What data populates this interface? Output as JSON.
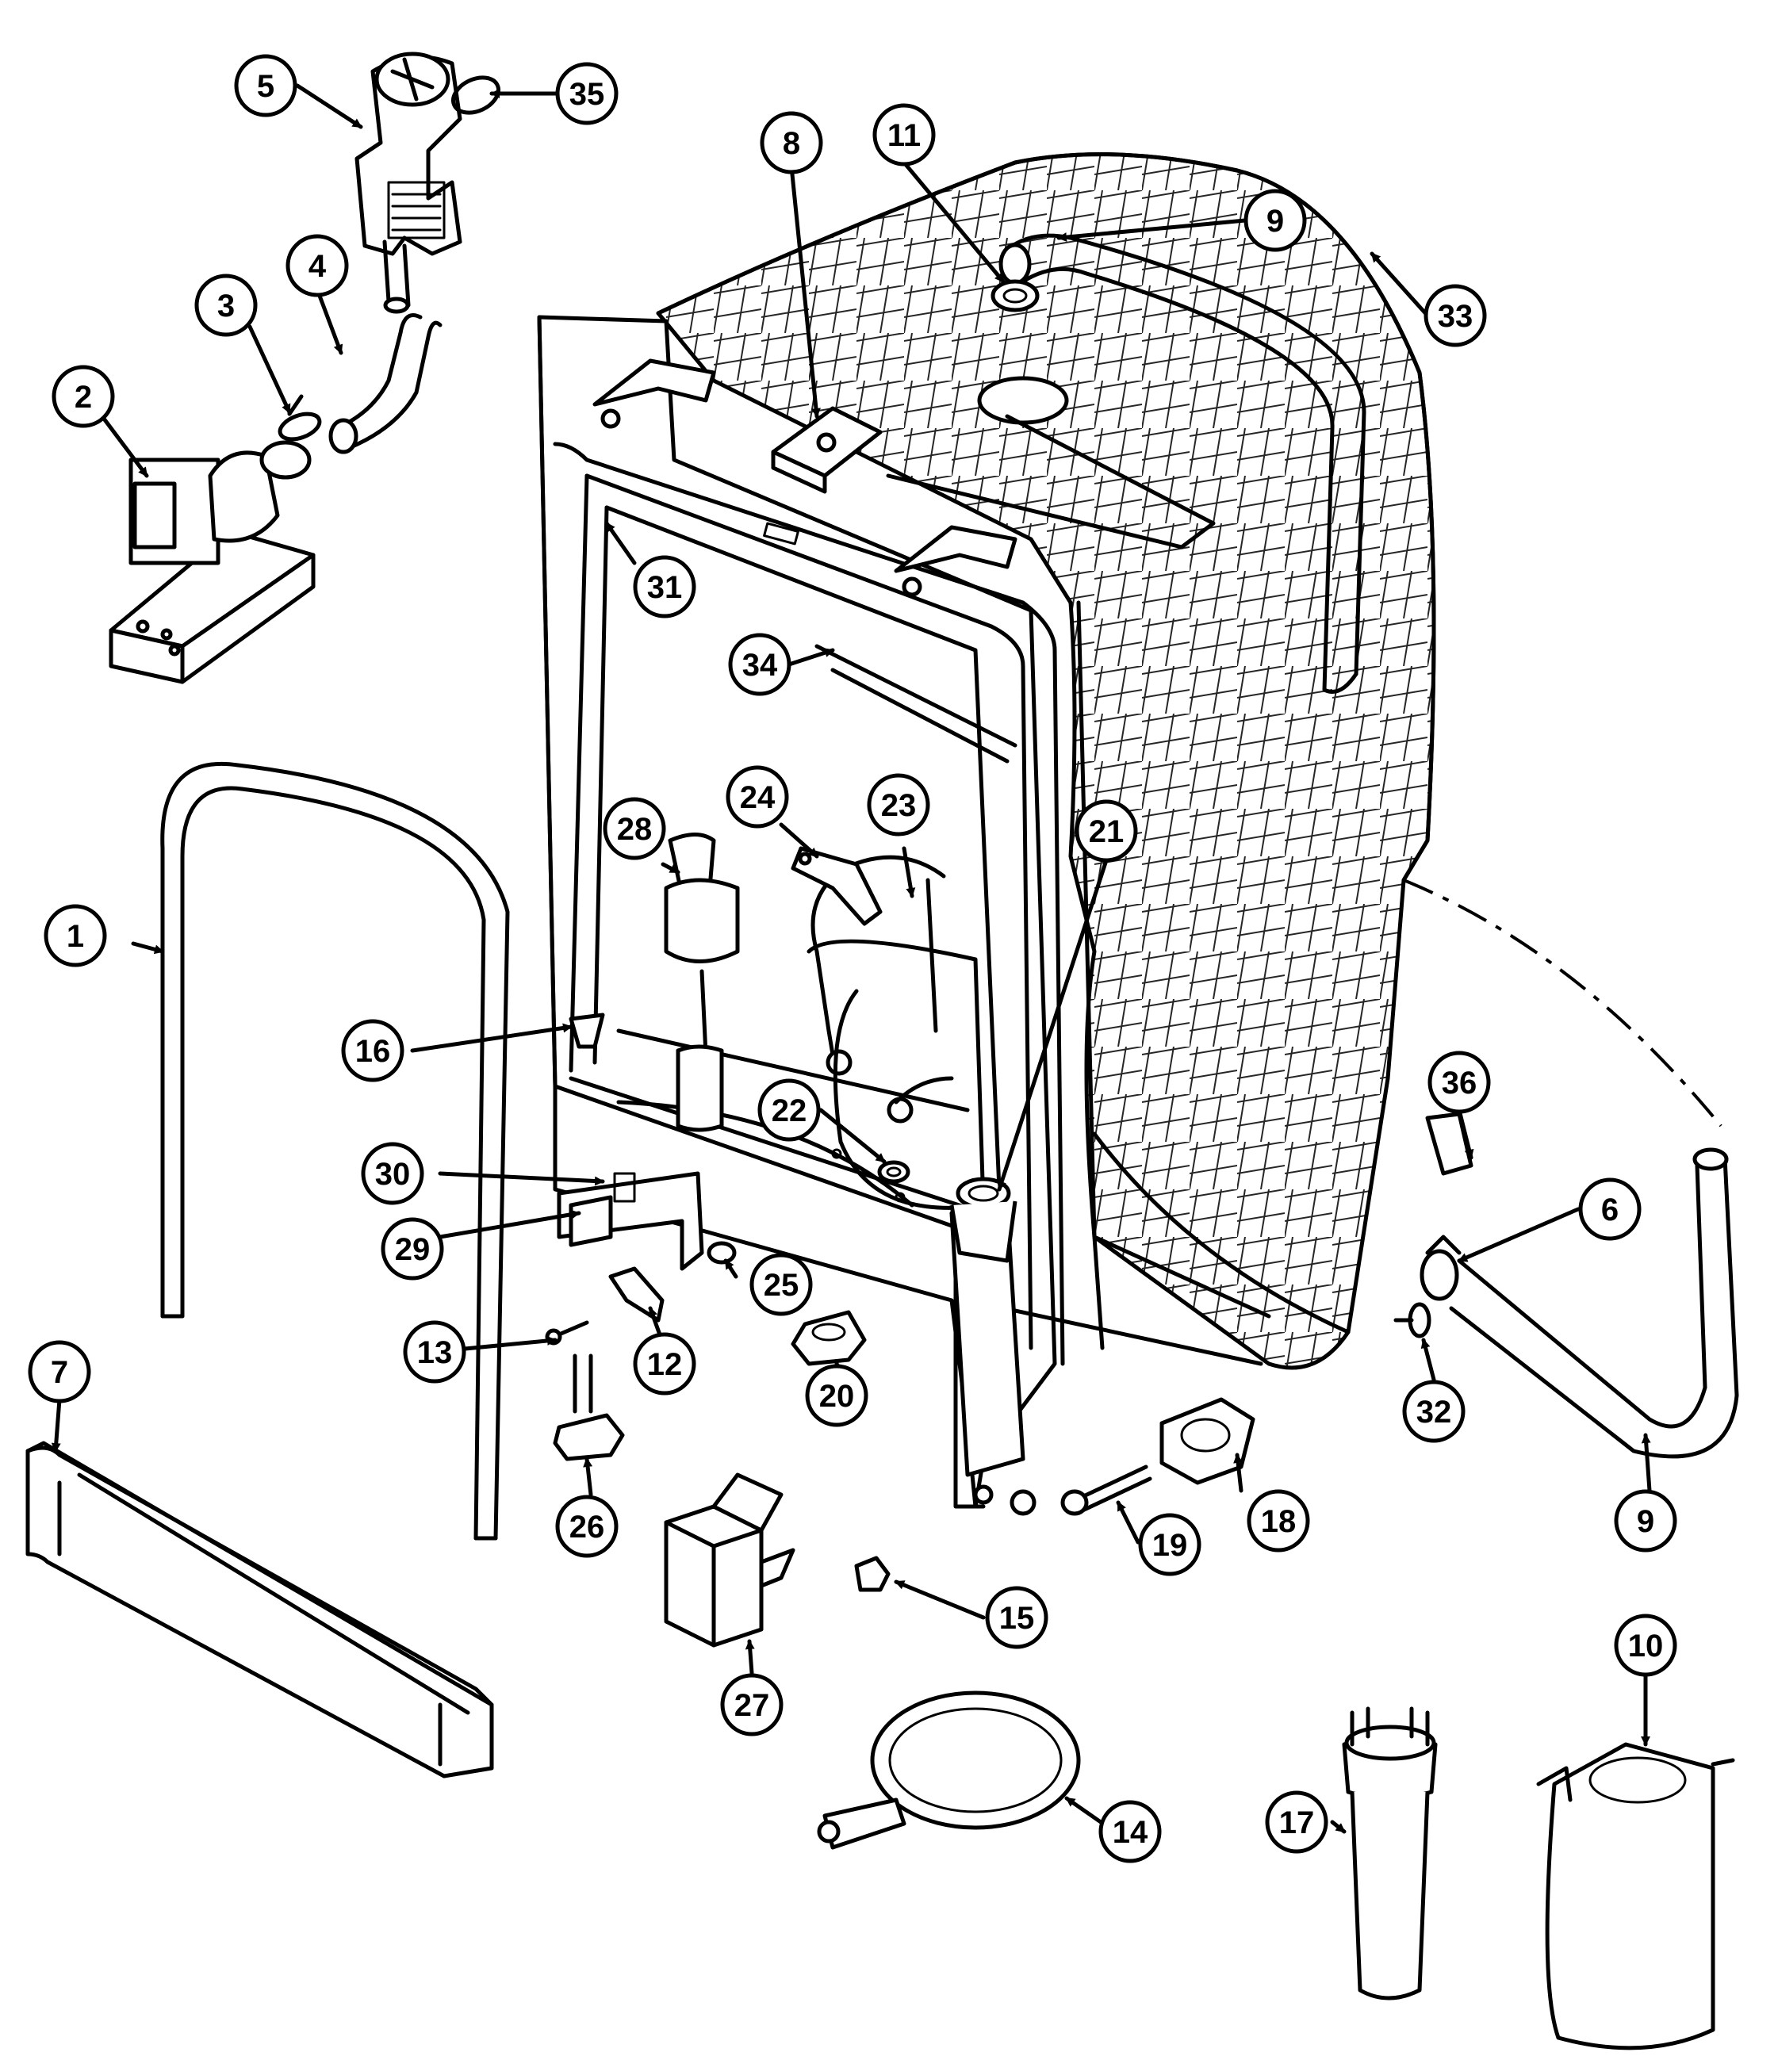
{
  "callouts": [
    {
      "id": "c1",
      "label": "1"
    },
    {
      "id": "c2",
      "label": "2"
    },
    {
      "id": "c3",
      "label": "3"
    },
    {
      "id": "c4",
      "label": "4"
    },
    {
      "id": "c5",
      "label": "5"
    },
    {
      "id": "c6",
      "label": "6"
    },
    {
      "id": "c7",
      "label": "7"
    },
    {
      "id": "c8",
      "label": "8"
    },
    {
      "id": "c9a",
      "label": "9"
    },
    {
      "id": "c9b",
      "label": "9"
    },
    {
      "id": "c10",
      "label": "10"
    },
    {
      "id": "c11",
      "label": "11"
    },
    {
      "id": "c12",
      "label": "12"
    },
    {
      "id": "c13",
      "label": "13"
    },
    {
      "id": "c14",
      "label": "14"
    },
    {
      "id": "c15",
      "label": "15"
    },
    {
      "id": "c16",
      "label": "16"
    },
    {
      "id": "c17",
      "label": "17"
    },
    {
      "id": "c18",
      "label": "18"
    },
    {
      "id": "c19",
      "label": "19"
    },
    {
      "id": "c20",
      "label": "20"
    },
    {
      "id": "c21",
      "label": "21"
    },
    {
      "id": "c22",
      "label": "22"
    },
    {
      "id": "c23",
      "label": "23"
    },
    {
      "id": "c24",
      "label": "24"
    },
    {
      "id": "c25",
      "label": "25"
    },
    {
      "id": "c26",
      "label": "26"
    },
    {
      "id": "c27",
      "label": "27"
    },
    {
      "id": "c28",
      "label": "28"
    },
    {
      "id": "c29",
      "label": "29"
    },
    {
      "id": "c30",
      "label": "30"
    },
    {
      "id": "c31",
      "label": "31"
    },
    {
      "id": "c32",
      "label": "32"
    },
    {
      "id": "c33",
      "label": "33"
    },
    {
      "id": "c34",
      "label": "34"
    },
    {
      "id": "c35",
      "label": "35"
    },
    {
      "id": "c36",
      "label": "36"
    }
  ]
}
